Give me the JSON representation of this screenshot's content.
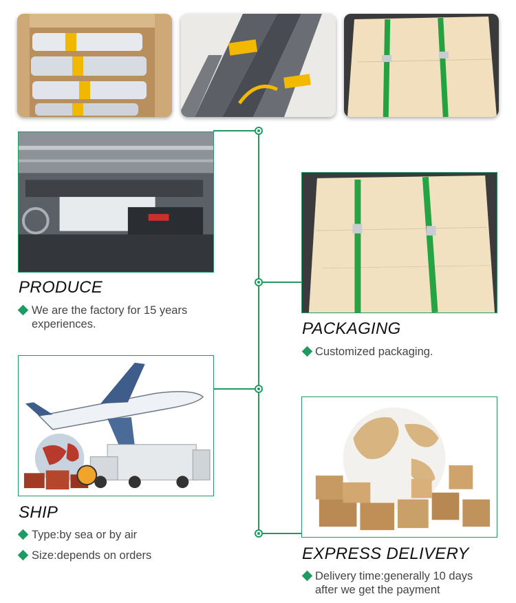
{
  "sections": {
    "produce": {
      "title": "PRODUCE",
      "lines": [
        "We are the factory for 15 years",
        "experiences."
      ]
    },
    "packaging": {
      "title": "PACKAGING",
      "lines": [
        "Customized packaging."
      ]
    },
    "ship": {
      "title": "SHIP",
      "items": [
        "Type:by sea or by air",
        "Size:depends on orders"
      ]
    },
    "express": {
      "title": "EXPRESS DELIVERY",
      "lines": [
        "Delivery time:generally 10 days",
        "after we get the payment"
      ]
    }
  },
  "colors": {
    "accent": "#1f9a63",
    "heading": "#111111",
    "body_text": "#444444"
  }
}
